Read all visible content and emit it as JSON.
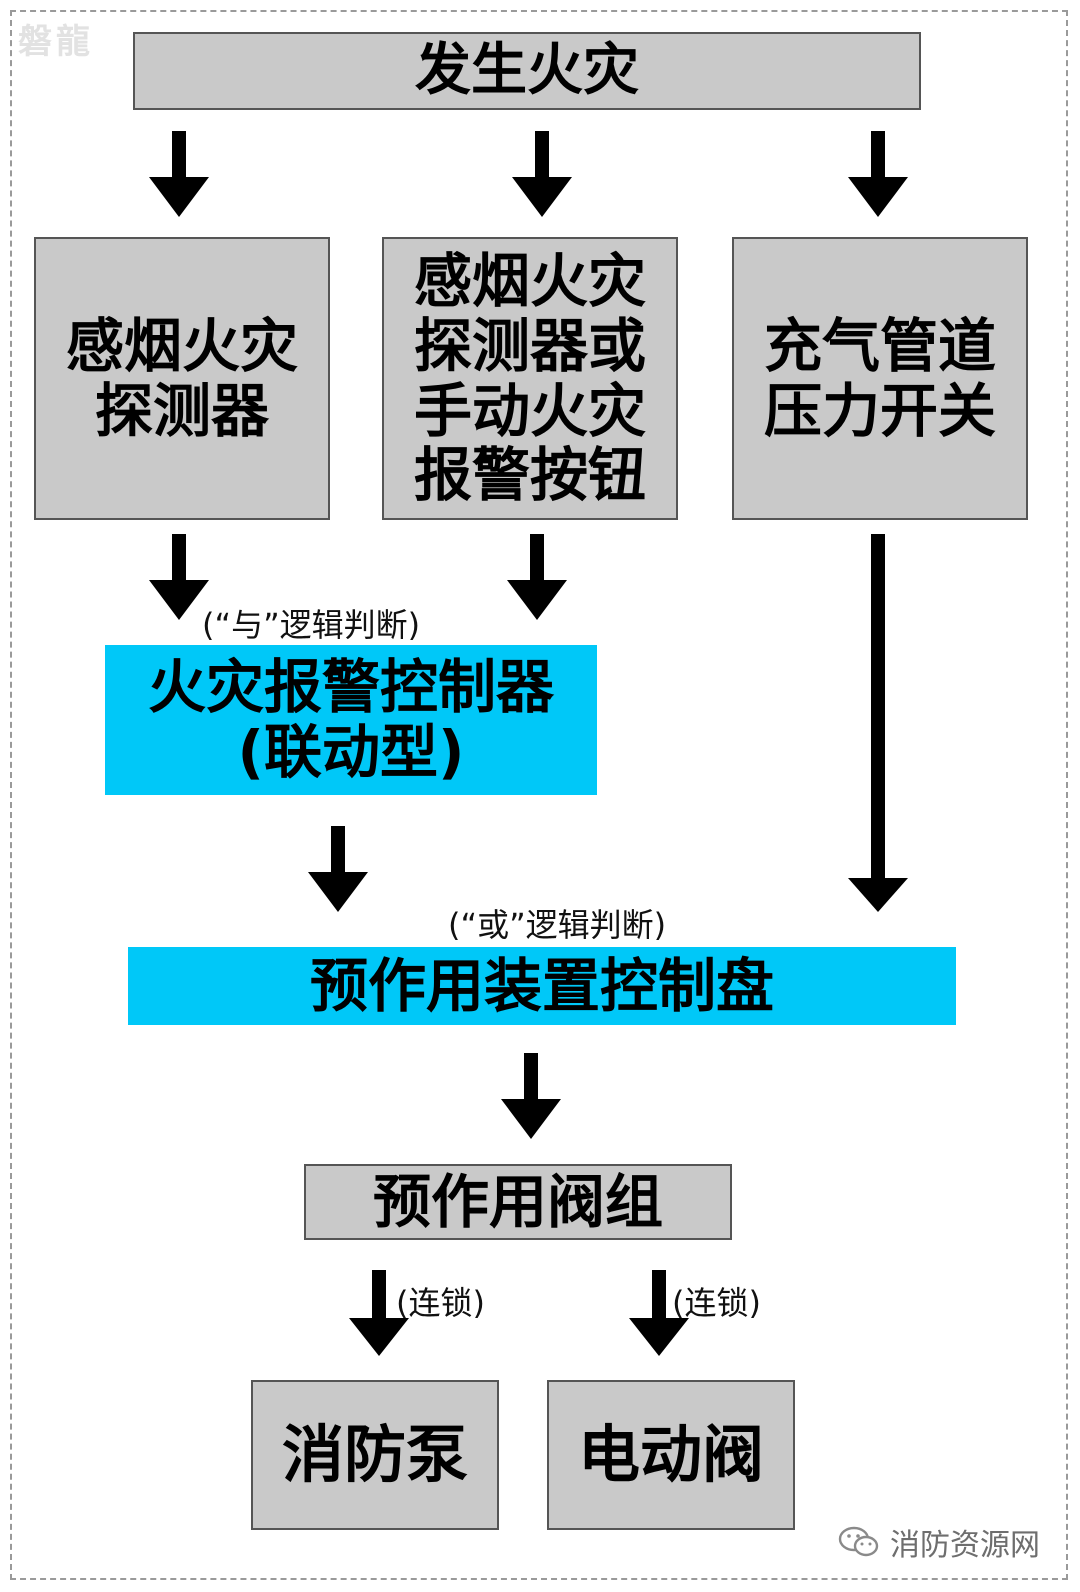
{
  "watermark": "磐龍",
  "nodes": {
    "fire_occurs": "发生火灾",
    "smoke_detector": [
      "感烟火灾",
      "探测器"
    ],
    "smoke_or_manual": [
      "感烟火灾",
      "探测器或",
      "手动火灾",
      "报警按钮"
    ],
    "pressure_switch": [
      "充气管道",
      "压力开关"
    ],
    "alarm_controller": [
      "火灾报警控制器",
      "(联动型)"
    ],
    "preaction_panel": "预作用装置控制盘",
    "preaction_valve_group": "预作用阀组",
    "fire_pump": "消防泵",
    "electric_valve": "电动阀"
  },
  "labels": {
    "and_logic": "(“与”逻辑判断)",
    "or_logic": "(“或”逻辑判断)",
    "interlock": "(连锁)"
  },
  "brand": "消防资源网",
  "colors": {
    "gray_box": "#c9c9c9",
    "cyan_box": "#00c8f8",
    "arrow": "#000000"
  }
}
